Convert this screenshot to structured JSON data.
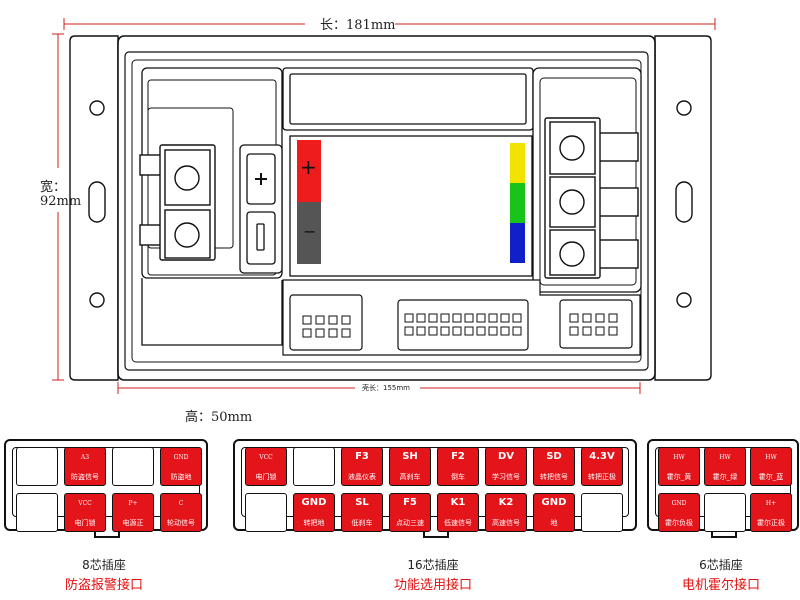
{
  "dimensions": {
    "length_label": "长：181mm",
    "width_label_line1": "宽：",
    "width_label_line2": "92mm",
    "height_label": "高：50mm",
    "shell_length_label": "壳长：155mm"
  },
  "terminals": {
    "positive": "+",
    "negative": "−"
  },
  "connectors": [
    {
      "id": "8pin",
      "title": "8芯插座",
      "subtitle": "防盗报警接口",
      "pins": [
        {
          "code": "",
          "label": "",
          "lit": false
        },
        {
          "code": "A3",
          "label": "防盗信号",
          "lit": true
        },
        {
          "code": "",
          "label": "",
          "lit": false
        },
        {
          "code": "GND",
          "label": "防盗地",
          "lit": true
        },
        {
          "code": "",
          "label": "",
          "lit": false
        },
        {
          "code": "VCC",
          "label": "电门锁",
          "lit": true
        },
        {
          "code": "P+",
          "label": "电源正",
          "lit": true
        },
        {
          "code": "C",
          "label": "轮动信号",
          "lit": true
        }
      ]
    },
    {
      "id": "16pin",
      "title": "16芯插座",
      "subtitle": "功能选用接口",
      "pins": [
        {
          "code": "VCC",
          "label": "电门锁",
          "lit": true
        },
        {
          "code": "",
          "label": "",
          "lit": false
        },
        {
          "code": "F3",
          "label": "液晶仪表",
          "lit": true
        },
        {
          "code": "SH",
          "label": "高刹车",
          "lit": true
        },
        {
          "code": "F2",
          "label": "倒车",
          "lit": true
        },
        {
          "code": "DV",
          "label": "学习信号",
          "lit": true
        },
        {
          "code": "SD",
          "label": "转把信号",
          "lit": true
        },
        {
          "code": "4.3V",
          "label": "转把正极",
          "lit": true
        },
        {
          "code": "",
          "label": "",
          "lit": false
        },
        {
          "code": "GND",
          "label": "转把地",
          "lit": true
        },
        {
          "code": "SL",
          "label": "低刹车",
          "lit": true
        },
        {
          "code": "F5",
          "label": "点动三速",
          "lit": true
        },
        {
          "code": "K1",
          "label": "低速信号",
          "lit": true
        },
        {
          "code": "K2",
          "label": "高速信号",
          "lit": true
        },
        {
          "code": "GND",
          "label": "地",
          "lit": true
        },
        {
          "code": "",
          "label": "",
          "lit": false
        }
      ]
    },
    {
      "id": "6pin",
      "title": "6芯插座",
      "subtitle": "电机霍尔接口",
      "pins": [
        {
          "code": "HW",
          "label": "霍尔_黄",
          "lit": true
        },
        {
          "code": "HW",
          "label": "霍尔_绿",
          "lit": true
        },
        {
          "code": "HW",
          "label": "霍尔_蓝",
          "lit": true
        },
        {
          "code": "GND",
          "label": "霍尔负极",
          "lit": true
        },
        {
          "code": "",
          "label": "",
          "lit": false
        },
        {
          "code": "H+",
          "label": "霍尔正极",
          "lit": true
        }
      ]
    }
  ],
  "colors": {
    "accent": "#e4141b",
    "positive": "#ee1c1c",
    "negative": "#555555",
    "phase_yellow": "#f2e200",
    "phase_green": "#18c418",
    "phase_blue": "#1020c8",
    "dim_line": "#cc2222"
  }
}
